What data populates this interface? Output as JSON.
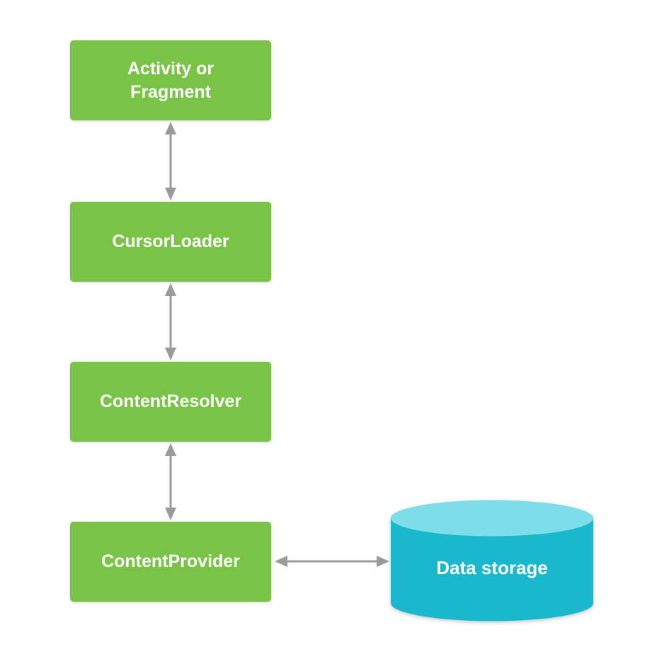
{
  "diagram": {
    "nodes": [
      {
        "id": "activity-fragment",
        "label": "Activity or Fragment",
        "shape": "box"
      },
      {
        "id": "cursor-loader",
        "label": "CursorLoader",
        "shape": "box"
      },
      {
        "id": "content-resolver",
        "label": "ContentResolver",
        "shape": "box"
      },
      {
        "id": "content-provider",
        "label": "ContentProvider",
        "shape": "box"
      },
      {
        "id": "data-storage",
        "label": "Data storage",
        "shape": "cylinder"
      }
    ],
    "edges": [
      {
        "from": "activity-fragment",
        "to": "cursor-loader",
        "direction": "bidirectional"
      },
      {
        "from": "cursor-loader",
        "to": "content-resolver",
        "direction": "bidirectional"
      },
      {
        "from": "content-resolver",
        "to": "content-provider",
        "direction": "bidirectional"
      },
      {
        "from": "content-provider",
        "to": "data-storage",
        "direction": "bidirectional"
      }
    ],
    "colors": {
      "node_green": "#79C447",
      "cylinder_body": "#1AB8CD",
      "cylinder_top": "#7DDDE8",
      "arrow_gray": "#9A9A9A",
      "text_white": "#FFFFFF",
      "background": "#FFFFFF"
    }
  }
}
